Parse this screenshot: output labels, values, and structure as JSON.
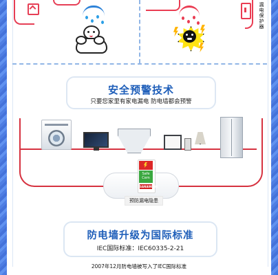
{
  "top_scene": {
    "vertical_label": "漏电保护器"
  },
  "warning": {
    "title": "安全预警技术",
    "subtitle": "只要您家里有家电漏电 防电墙都会预警"
  },
  "appliance_scene": {
    "tank_label": "预防漏电隐患",
    "badge_logo_text": "Safe Cem",
    "badge_brand_text": "SANAINRAK"
  },
  "standard": {
    "title": "防电墙升级为国际标准",
    "code": "IEC国际标准：IEC60335-2-21"
  },
  "footnote": "2007年12月防电墙被写入了IEC国际标准",
  "colors": {
    "primary_blue": "#1e5eb9",
    "alert_red": "#e63e55",
    "shock_yellow": "#ffe312"
  }
}
